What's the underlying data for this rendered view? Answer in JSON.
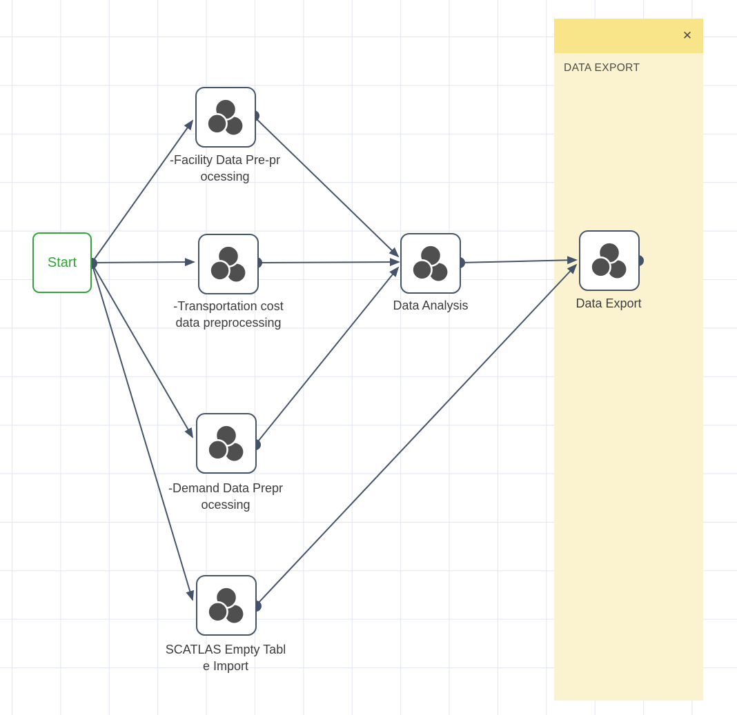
{
  "panel": {
    "title": "DATA EXPORT",
    "close_glyph": "✕"
  },
  "nodes": {
    "start": {
      "label": "Start",
      "type": "start"
    },
    "facility": {
      "lines": [
        "-Facility Data Pre-pr",
        "ocessing"
      ]
    },
    "transportation": {
      "lines": [
        "-Transportation cost",
        "data preprocessing"
      ]
    },
    "demand": {
      "lines": [
        "-Demand Data Prepr",
        "ocessing"
      ]
    },
    "scatlas": {
      "lines": [
        "SCATLAS Empty Tabl",
        "e Import"
      ]
    },
    "analysis": {
      "lines": [
        "Data Analysis"
      ]
    },
    "export": {
      "lines": [
        "Data Export"
      ]
    }
  },
  "edges": [
    {
      "from": "Start",
      "to": "-Facility Data Pre-processing"
    },
    {
      "from": "Start",
      "to": "-Transportation cost data preprocessing"
    },
    {
      "from": "Start",
      "to": "-Demand Data Preprocessing"
    },
    {
      "from": "Start",
      "to": "SCATLAS Empty Table Import"
    },
    {
      "from": "-Facility Data Pre-processing",
      "to": "Data Analysis"
    },
    {
      "from": "-Transportation cost data preprocessing",
      "to": "Data Analysis"
    },
    {
      "from": "-Demand Data Preprocessing",
      "to": "Data Analysis"
    },
    {
      "from": "Data Analysis",
      "to": "Data Export"
    },
    {
      "from": "SCATLAS Empty Table Import",
      "to": "Data Export"
    }
  ],
  "colors": {
    "edge": "#44536a",
    "node_border": "#44536a",
    "operator_icon": "#4f4f4f",
    "start_green": "#2ea536",
    "panel_header": "#f8e58a",
    "panel_body": "#fbf3cf",
    "grid_line": "#e2e5f3",
    "label_text": "#3c3c3c"
  }
}
